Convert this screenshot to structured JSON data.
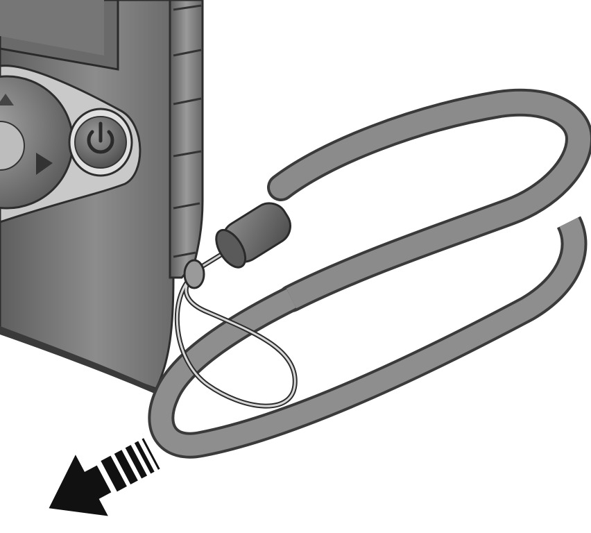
{
  "figure": {
    "kind": "illustration",
    "subject_icons": [
      "camera-body",
      "power-icon",
      "directional-pad",
      "wrist-strap",
      "pull-arrow-icon"
    ],
    "colors": {
      "background": "#ffffff",
      "camera_body": "#7d7d7d",
      "camera_shadow": "#4a4a4a",
      "strap": "#8a8a8a",
      "strap_edge": "#3c3c3c",
      "arrow": "#111111"
    }
  }
}
